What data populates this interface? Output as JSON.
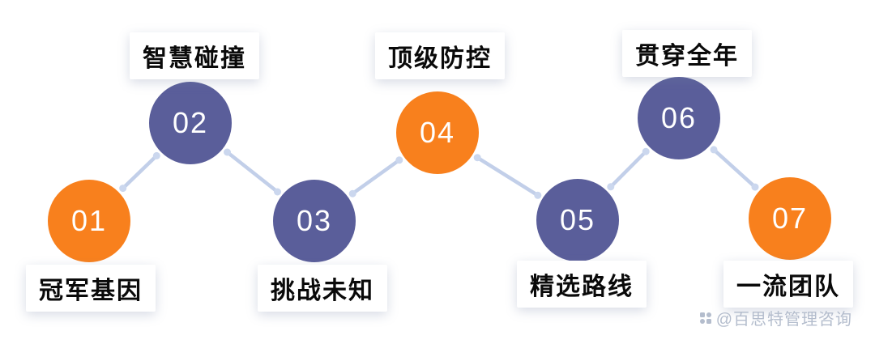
{
  "diagram": {
    "type": "zigzag-step-infographic",
    "steps": [
      {
        "number": "01",
        "label": "冠军基因",
        "color": "orange",
        "position": "bottom"
      },
      {
        "number": "02",
        "label": "智慧碰撞",
        "color": "purple",
        "position": "top"
      },
      {
        "number": "03",
        "label": "挑战未知",
        "color": "purple",
        "position": "bottom"
      },
      {
        "number": "04",
        "label": "顶级防控",
        "color": "orange",
        "position": "top"
      },
      {
        "number": "05",
        "label": "精选路线",
        "color": "purple",
        "position": "bottom"
      },
      {
        "number": "06",
        "label": "贯穿全年",
        "color": "purple",
        "position": "top"
      },
      {
        "number": "07",
        "label": "一流团队",
        "color": "orange",
        "position": "bottom"
      }
    ],
    "colors": {
      "orange": "#F8801D",
      "purple": "#5A5E9A",
      "connector_line": "#C2CFE9",
      "label_text": "#0A0A0A",
      "watermark_text": "#B4BDCD"
    }
  },
  "watermark": {
    "icon": "grid-logo-icon",
    "text": "@百思特管理咨询"
  }
}
